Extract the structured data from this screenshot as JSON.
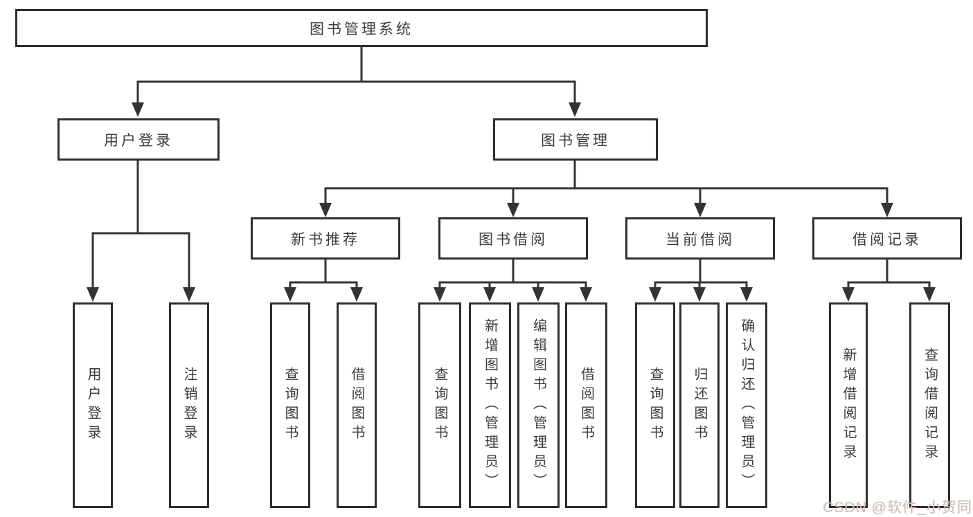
{
  "diagram": {
    "root": {
      "label": "图书管理系统"
    },
    "user_login": {
      "label": "用户登录",
      "children": [
        {
          "label": "用户登录"
        },
        {
          "label": "注销登录"
        }
      ]
    },
    "book_mgmt": {
      "label": "图书管理",
      "children": [
        {
          "label": "新书推荐",
          "children": [
            {
              "label": "查询图书"
            },
            {
              "label": "借阅图书"
            }
          ]
        },
        {
          "label": "图书借阅",
          "children": [
            {
              "label": "查询图书"
            },
            {
              "label": "新增图书（管理员）"
            },
            {
              "label": "编辑图书（管理员）"
            },
            {
              "label": "借阅图书"
            }
          ]
        },
        {
          "label": "当前借阅",
          "children": [
            {
              "label": "查询图书"
            },
            {
              "label": "归还图书"
            },
            {
              "label": "确认归还（管理员）"
            }
          ]
        },
        {
          "label": "借阅记录",
          "children": [
            {
              "label": "新增借阅记录"
            },
            {
              "label": "查询借阅记录"
            }
          ]
        }
      ]
    }
  },
  "watermark": {
    "text": "CSDN @软件_小贺同学"
  },
  "colors": {
    "background": "#ffffff",
    "line": "#333333",
    "box_border": "#2e2e2e",
    "text": "#3c3c3c",
    "watermark": "#c9c4c1"
  }
}
